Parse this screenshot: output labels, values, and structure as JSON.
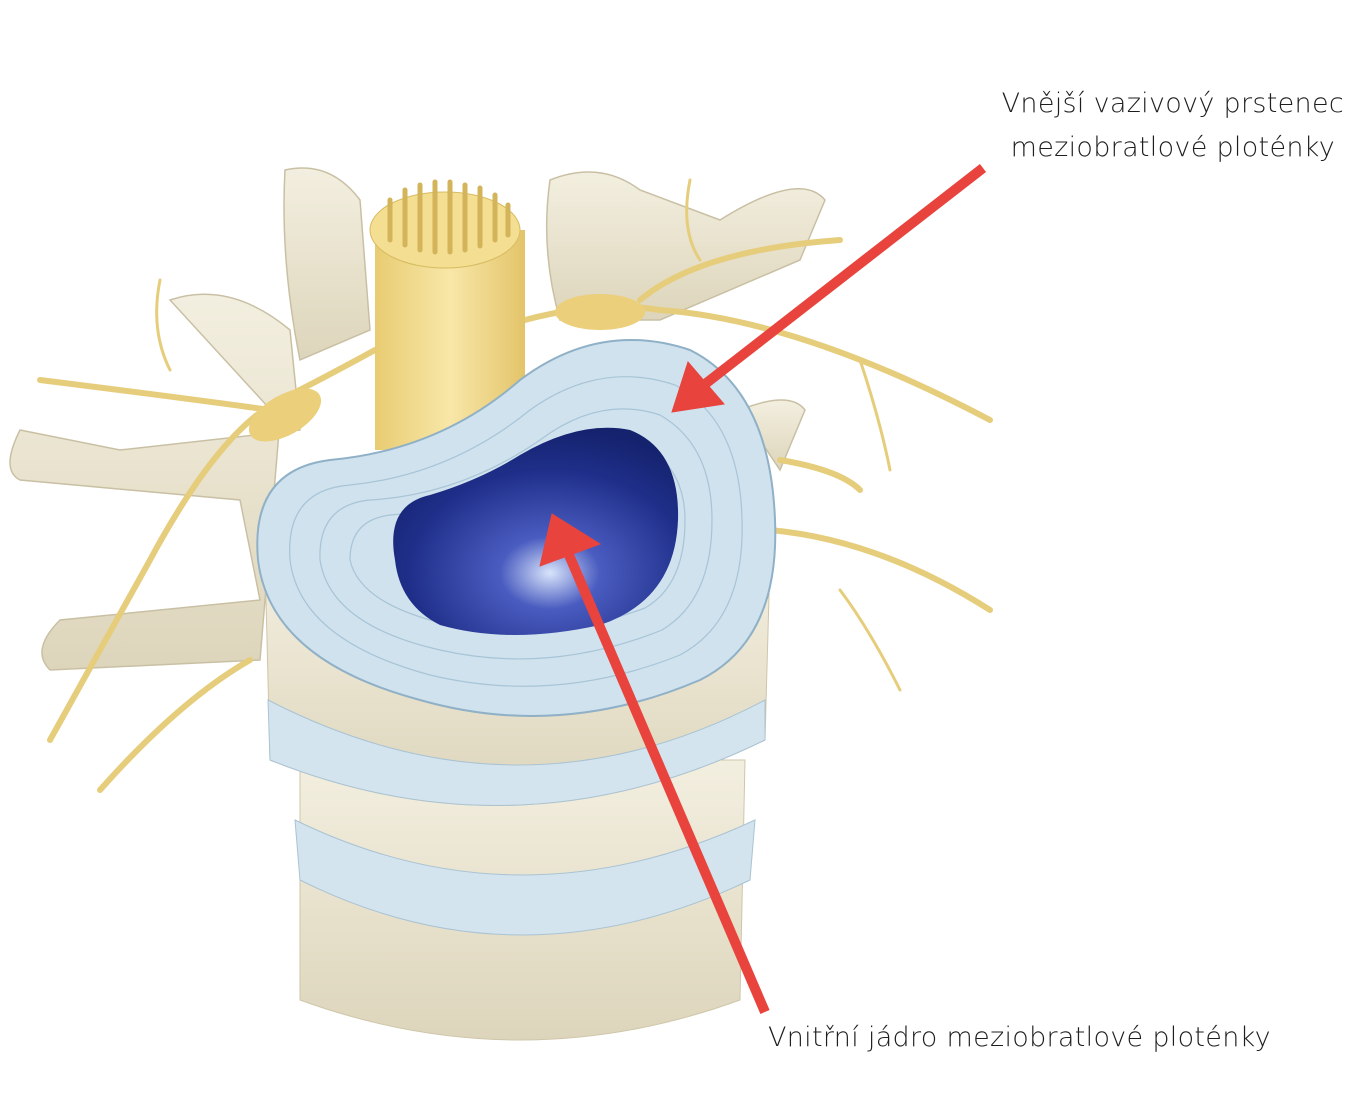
{
  "labels": {
    "outer_line1": "Vnější vazivový prstenec",
    "outer_line2": "meziobratlové ploténky",
    "inner": "Vnitřní jádro meziobratlové ploténky"
  },
  "colors": {
    "arrow": "#e8443d",
    "nucleus": "#1f2f8a",
    "annulus": "#cfe2ee",
    "bone": "#ece6d2",
    "nerve": "#e8cf7e"
  }
}
